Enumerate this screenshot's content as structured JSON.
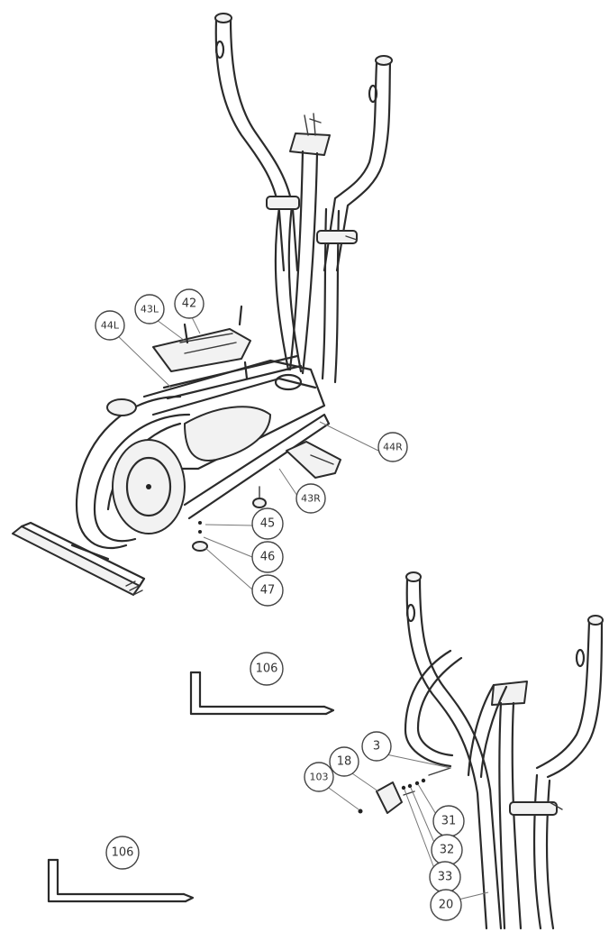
{
  "callouts": {
    "c44L": "44L",
    "c43L": "43L",
    "c42": "42",
    "c44R": "44R",
    "c43R": "43R",
    "c45": "45",
    "c46": "46",
    "c47": "47",
    "c106a": "106",
    "c103": "103",
    "c18": "18",
    "c3": "3",
    "c31": "31",
    "c32": "32",
    "c33": "33",
    "c20": "20",
    "c106b": "106"
  }
}
